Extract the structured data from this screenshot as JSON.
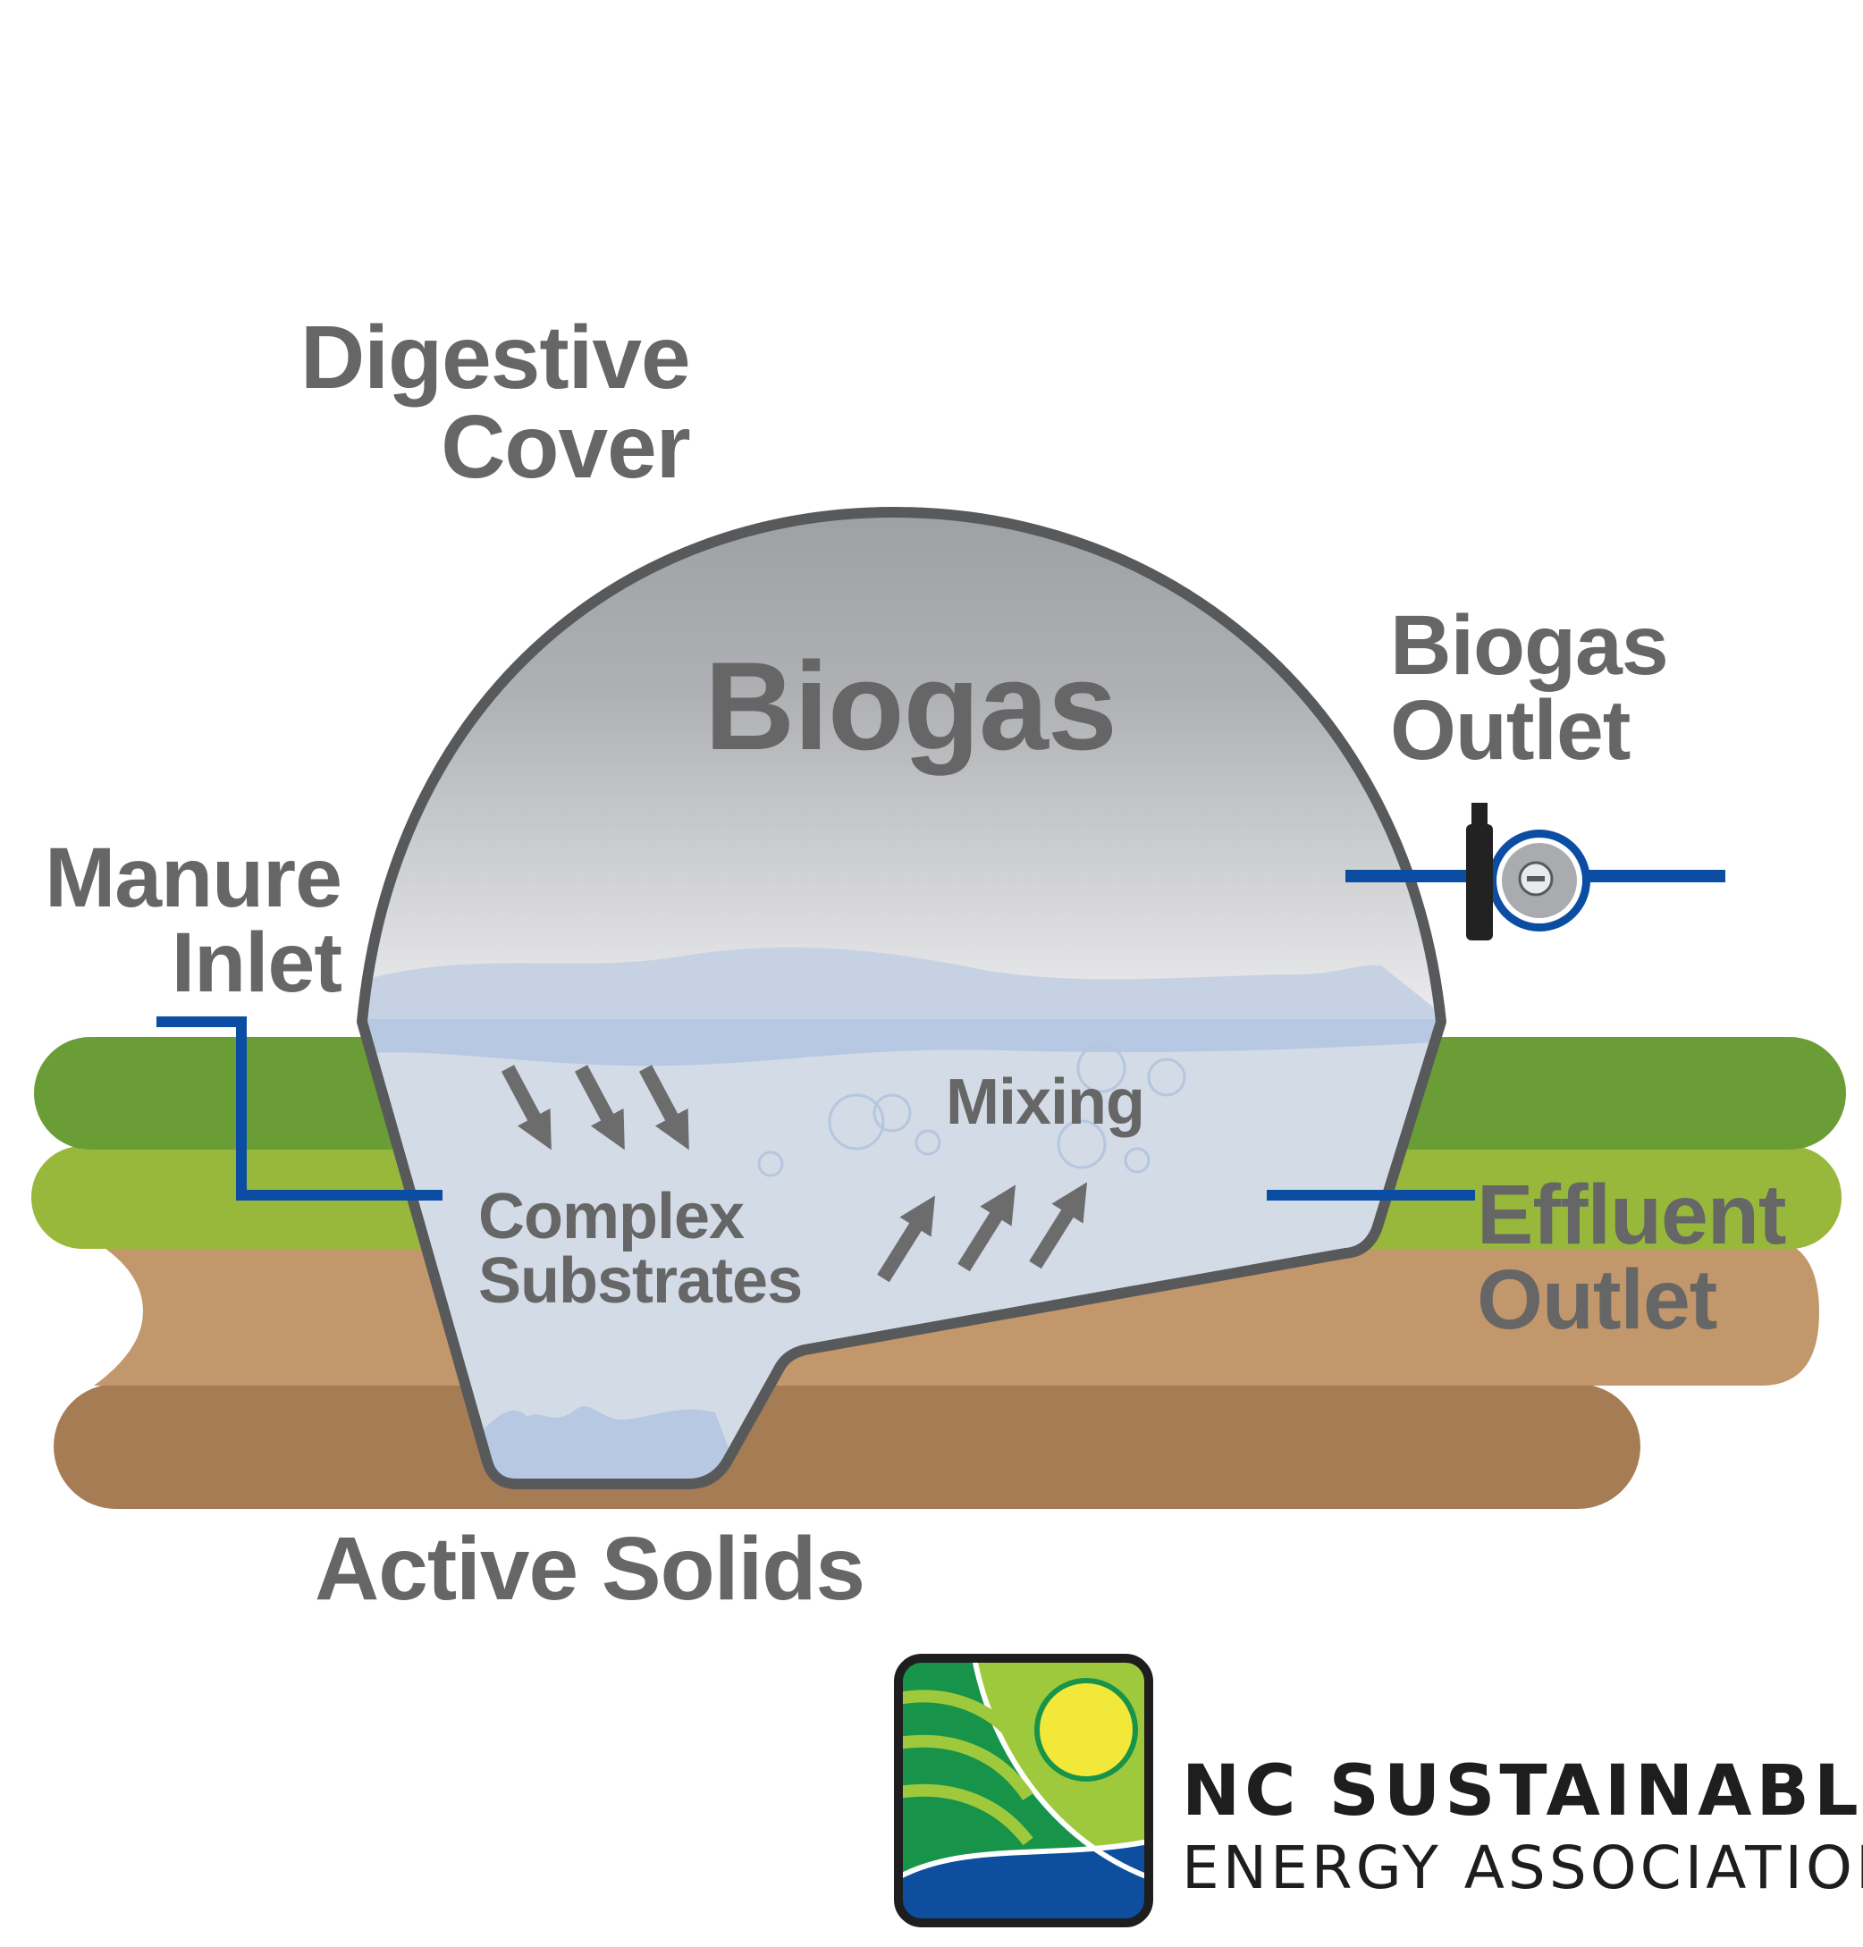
{
  "labels": {
    "digestive_cover": [
      "Digestive",
      "Cover"
    ],
    "biogas": "Biogas",
    "biogas_outlet": [
      "Biogas",
      "Outlet"
    ],
    "manure_inlet": [
      "Manure",
      "Inlet"
    ],
    "mixing": "Mixing",
    "complex_substrates": [
      "Complex",
      "Substrates"
    ],
    "effluent_outlet": [
      "Effluent",
      "Outlet"
    ],
    "active_solids": "Active Solids"
  },
  "logo": {
    "line1": "NC SUSTAINABLE",
    "line2": "ENERGY ASSOCIATION"
  },
  "colors": {
    "label_text": "#666666",
    "digester_outline": "#58595b",
    "gas_dome_top": "#9d9fa2",
    "liquid": "#d3dbe7",
    "liquid_surface": "#b7c9e2",
    "pipe_blue": "#0a4da2",
    "ground_dark_green": "#6a9d36",
    "ground_light_green": "#98b83b",
    "soil_tan": "#c2976b",
    "soil_brown": "#a57c54"
  },
  "icons": {
    "valve": "gas-valve-icon",
    "arrows_down": "arrow-down-right-icon",
    "arrows_up": "arrow-up-right-icon",
    "bubbles": "bubble-icon"
  }
}
